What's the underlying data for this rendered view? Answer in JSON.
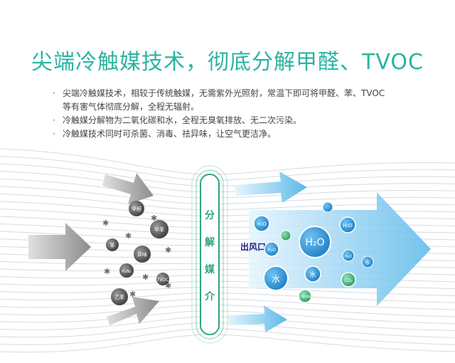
{
  "title": "尖端冷触媒技术，彻底分解甲醛、TVOC",
  "bullets": [
    {
      "line1": "尖端冷触媒技术，相较于传统触媒，无需紫外光照射，常温下即可将甲醛、苯、TVOC",
      "line2": "等有害气体彻底分解，全程无辐射。"
    },
    {
      "line1": "冷触媒分解物为二氧化碳和水，全程无臭氧排放、无二次污染。",
      "line2": ""
    },
    {
      "line1": "冷触媒技术同时可杀菌、消毒、祛异味，让空气更洁净。",
      "line2": ""
    }
  ],
  "filter_label": [
    "分",
    "解",
    "媒",
    "介"
  ],
  "outlet_label": "出风口",
  "pollutants": [
    "甲醛",
    "甲苯",
    "苯",
    "异味",
    "H₂N₂",
    "TVOC",
    "乙苯"
  ],
  "clean_molecules": [
    "H₂O",
    "H₂O",
    "H₂O",
    "H₂O",
    "H₂O",
    "水",
    "水",
    "水",
    "CO₂",
    "二氧化碳"
  ],
  "colors": {
    "title": "#2ab4a0",
    "filter": "#2fa57a",
    "arrow_blue": "#3aa6e3",
    "pollutant": "#5a5a5a"
  }
}
